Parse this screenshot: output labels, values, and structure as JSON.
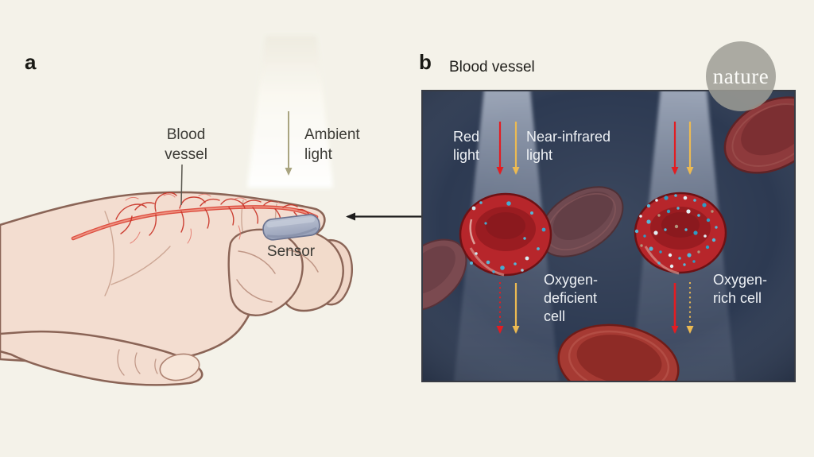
{
  "panel_a": {
    "label": "a",
    "blood_vessel_label": "Blood\nvessel",
    "ambient_light_label": "Ambient\nlight",
    "sensor_label": "Sensor"
  },
  "panel_b": {
    "label": "b",
    "title": "Blood vessel",
    "red_light_label": "Red\nlight",
    "near_infrared_label": "Near-infrared\nlight",
    "oxygen_deficient_label": "Oxygen-\ndeficient\ncell",
    "oxygen_rich_label": "Oxygen-\nrich cell"
  },
  "brand": {
    "name": "nature"
  },
  "colors": {
    "background": "#f4f2e9",
    "panel": "#2d3a52",
    "panel_border": "#373b44",
    "red_light": "#e21d22",
    "near_infrared": "#ecba52",
    "ambient": "#a9a480",
    "connector": "#1c1c1c",
    "cell_bright": "#b7262b",
    "cell_muted": "#6f4950",
    "oxygen_dot": "#55b6d6",
    "skin": "#f3ddd0",
    "skin_outline": "#8a6456",
    "vessel": "#c93327",
    "sensor": "#a9b1c5",
    "text_dark": "#3c3b36",
    "text_light": "#eef1f5",
    "logo_bg": "#9e9d95",
    "logo_text": "#fcfcf9"
  }
}
